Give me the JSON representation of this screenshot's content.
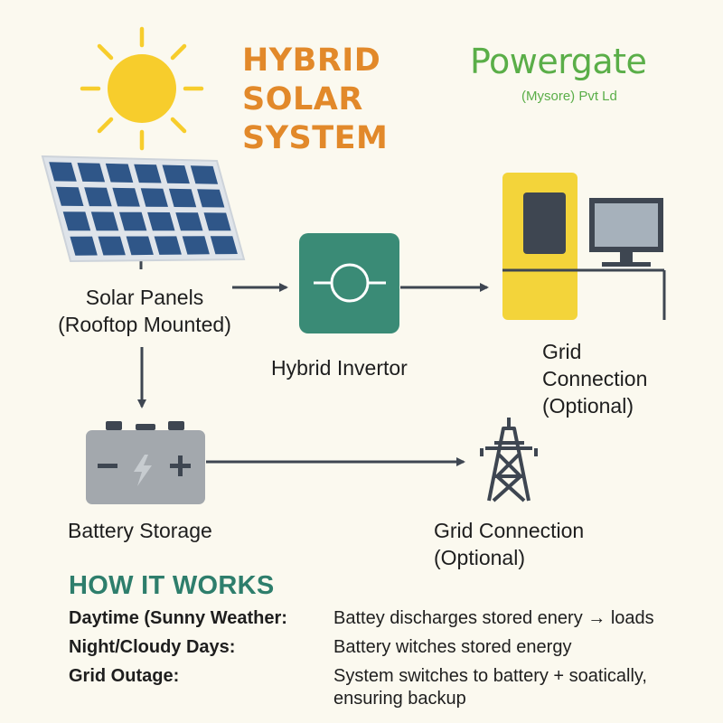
{
  "header": {
    "title_lines": [
      "HYBRID",
      "SOLAR",
      "SYSTEM"
    ],
    "brand_name": "Powergate",
    "brand_sub": "(Mysore) Pvt Ld"
  },
  "components": {
    "solar_panels": {
      "line1": "Solar Panels",
      "line2": "(Rooftop Mounted)"
    },
    "inverter": {
      "label": "Hybrid Invertor"
    },
    "grid_top": {
      "line1": "Grid",
      "line2": "Connection",
      "line3": "(Optional)"
    },
    "battery": {
      "label": "Battery Storage"
    },
    "grid_bottom": {
      "line1": "Grid Connection",
      "line2": "(Optional)"
    }
  },
  "how_it_works": {
    "heading": "HOW IT WORKS",
    "rows": [
      {
        "condition": "Daytime (Sunny Weather:",
        "action": "Battey discharges stored enery → loads"
      },
      {
        "condition": "Night/Cloudy Days:",
        "action": "Battery witches stored energy"
      },
      {
        "condition": "Grid Outage:",
        "action": "System switches to battery + soatically, ensuring backup"
      }
    ]
  },
  "colors": {
    "sun": "#f7cd2c",
    "title": "#e2892a",
    "brand": "#5aae48",
    "panel": "#2f5688",
    "inverter": "#3a8b76",
    "grid_cabinet": "#f3d43a",
    "battery": "#a3a8ad",
    "heading": "#2e7e6c",
    "connector": "#3e4651"
  },
  "icons": [
    "sun-icon",
    "solar-panel-icon",
    "inverter-icon",
    "grid-cabinet-icon",
    "computer-monitor-icon",
    "battery-icon",
    "transmission-tower-icon"
  ]
}
